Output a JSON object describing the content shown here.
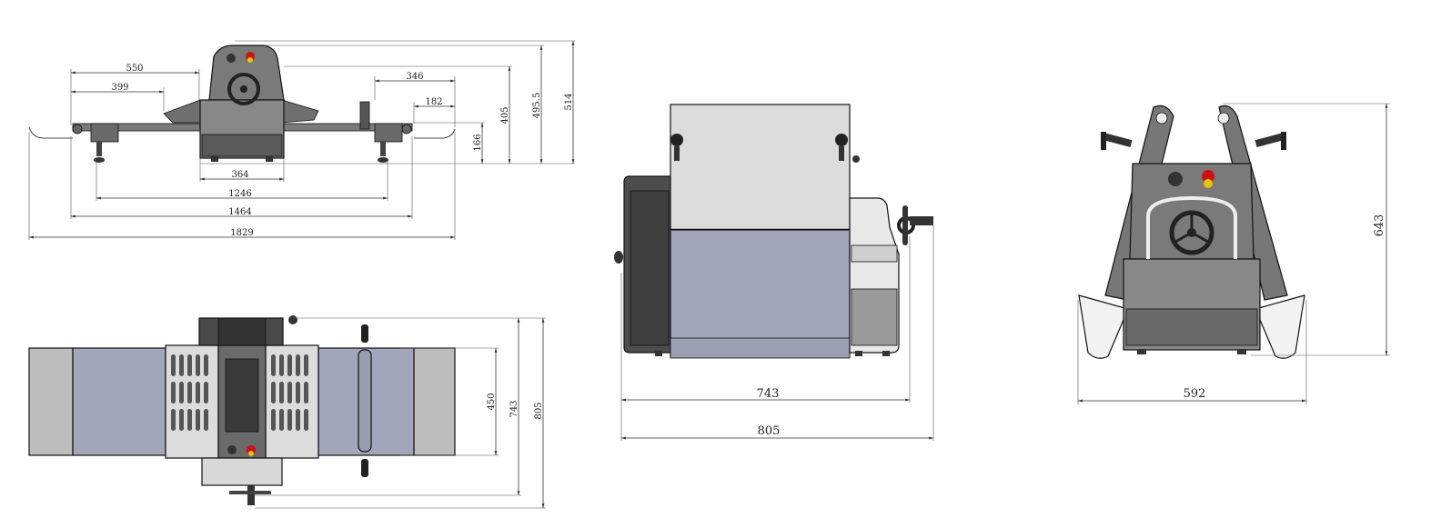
{
  "colors": {
    "body_dark": "#5a5a5a",
    "body_mid": "#8c8c8c",
    "body_light": "#d9d9d9",
    "belt_blue": "#a3a6bb",
    "belt_grey": "#bdbdbd",
    "emergency_red": "#cc1111",
    "emergency_yellow": "#e8c200"
  },
  "views": {
    "side": {
      "dims": {
        "d550": "550",
        "d399": "399",
        "d346": "346",
        "d182": "182",
        "d405": "405",
        "d495": "495.5",
        "d514": "514",
        "d166": "166",
        "d364": "364",
        "d1246": "1246",
        "d1464": "1464",
        "d1829": "1829"
      }
    },
    "top": {
      "dims": {
        "d450": "450",
        "d743": "743",
        "d805": "805"
      }
    },
    "front": {
      "dims": {
        "d743": "743",
        "d805": "805"
      }
    },
    "end": {
      "dims": {
        "d643": "643",
        "d592": "592"
      }
    }
  }
}
